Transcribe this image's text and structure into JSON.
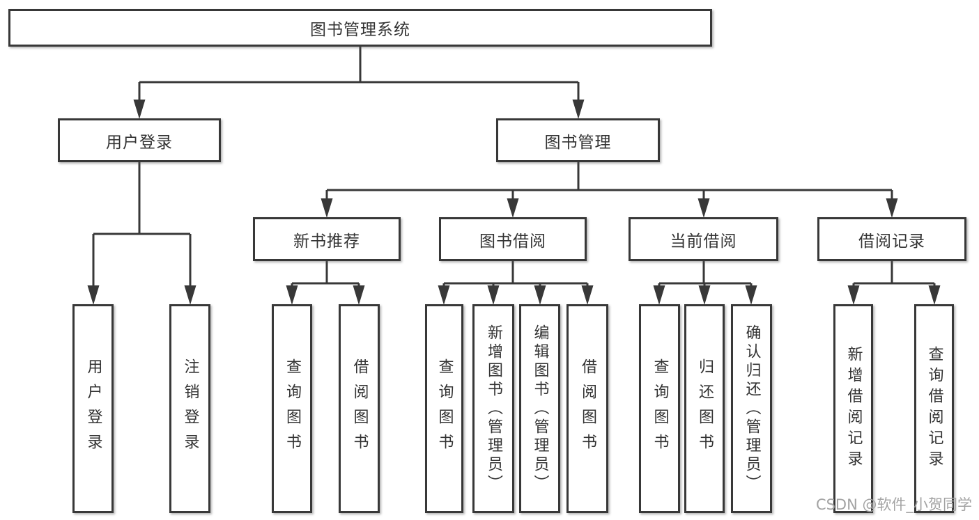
{
  "colors": {
    "line": "#383838",
    "text": "#333333",
    "watermark": "#a3a3a3",
    "background": "#ffffff"
  },
  "tree": {
    "root": "图书管理系统",
    "branches": [
      {
        "label": "用户登录",
        "leaves": [
          "用户登录",
          "注销登录"
        ]
      },
      {
        "label": "图书管理",
        "groups": [
          {
            "label": "新书推荐",
            "leaves": [
              "查询图书",
              "借阅图书"
            ]
          },
          {
            "label": "图书借阅",
            "leaves": [
              "查询图书",
              "新增图书（管理员）",
              "编辑图书（管理员）",
              "借阅图书"
            ]
          },
          {
            "label": "当前借阅",
            "leaves": [
              "查询图书",
              "归还图书",
              "确认归还（管理员）"
            ]
          },
          {
            "label": "借阅记录",
            "leaves": [
              "新增借阅记录",
              "查询借阅记录"
            ]
          }
        ]
      }
    ]
  },
  "watermark": {
    "text": "CSDN @软件_小贺同学"
  }
}
